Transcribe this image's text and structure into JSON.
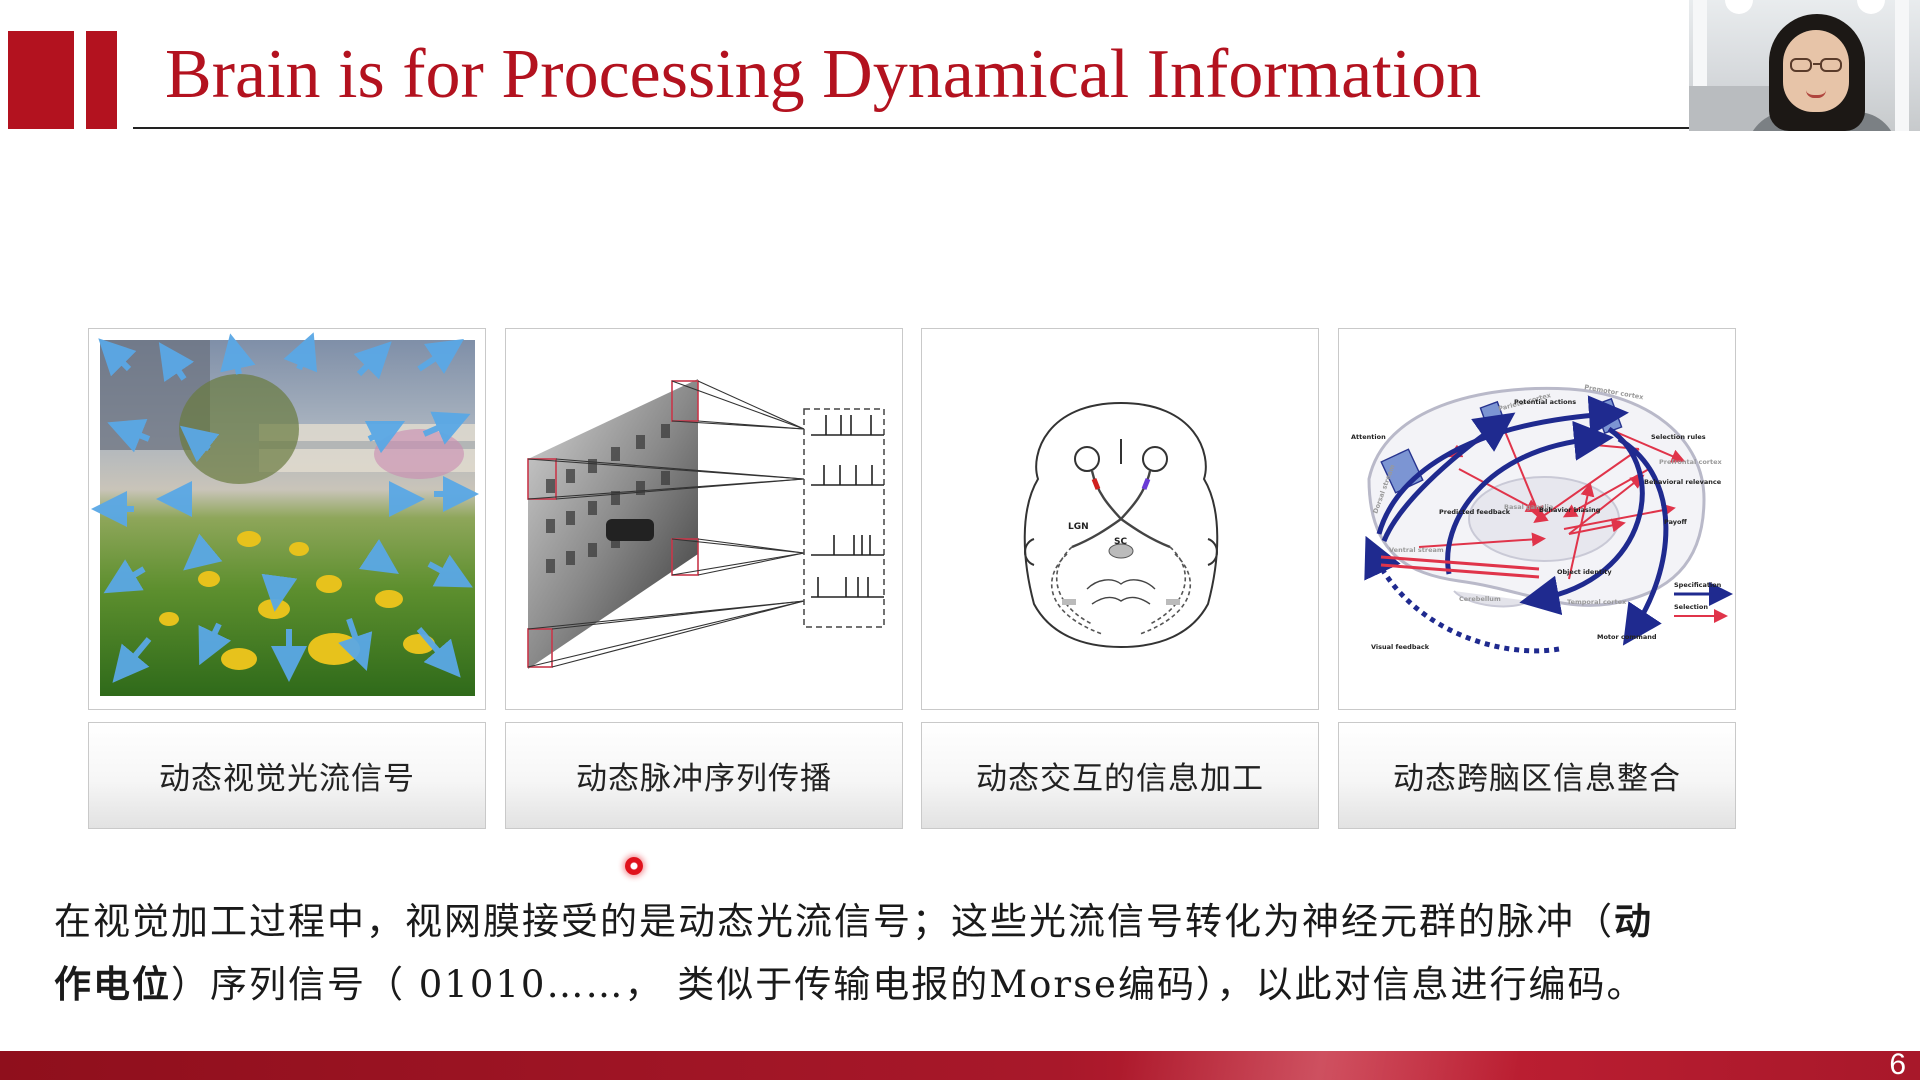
{
  "slide": {
    "title": "Brain is for Processing Dynamical Information",
    "page_number": "6",
    "accent_color": "#b3121f",
    "footer_color": "#a8182a"
  },
  "panels": [
    {
      "caption": "动态视觉光流信号",
      "figure": "optic-flow-meadow-photo"
    },
    {
      "caption": "动态脉冲序列传播",
      "figure": "spike-train-encoding-diagram"
    },
    {
      "caption": "动态交互的信息加工",
      "figure": "brain-visual-pathway-diagram"
    },
    {
      "caption": "动态跨脑区信息整合",
      "figure": "cross-region-brain-network-diagram"
    }
  ],
  "brain_pathway_labels": {
    "lgn": "LGN",
    "sc": "SC"
  },
  "network_labels": {
    "parietal": "Parietal cortex",
    "premotor": "Premotor cortex",
    "potential_actions": "Potential actions",
    "attention": "Attention",
    "selection_rules": "Selection rules",
    "prefrontal": "Prefrontal cortex",
    "behavioral_relevance": "Behavioral relevance",
    "predicted_feedback": "Predicted feedback",
    "basal_ganglia": "Basal ganglia",
    "behavior_biasing": "Behavior biasing",
    "payoff": "Payoff",
    "dorsal_stream": "Dorsal stream",
    "ventral_stream": "Ventral stream",
    "object_identity": "Object identity",
    "cerebellum": "Cerebellum",
    "temporal": "Temporal cortex",
    "specification": "Specification",
    "selection": "Selection",
    "visual_feedback": "Visual feedback",
    "motor_command": "Motor command"
  },
  "body": {
    "line1_text": "在视觉加工过程中，视网膜接受的是动态光流信号；这些光流信号转化为神经元群的脉冲（",
    "line1_bold": "动",
    "line2_bold": "作电位",
    "line2_text": "）序列信号（ 01010……， 类似于传输电报的Morse编码），以此对信息进行编码。"
  },
  "icons": {
    "pointer": "laser-pointer-icon"
  }
}
